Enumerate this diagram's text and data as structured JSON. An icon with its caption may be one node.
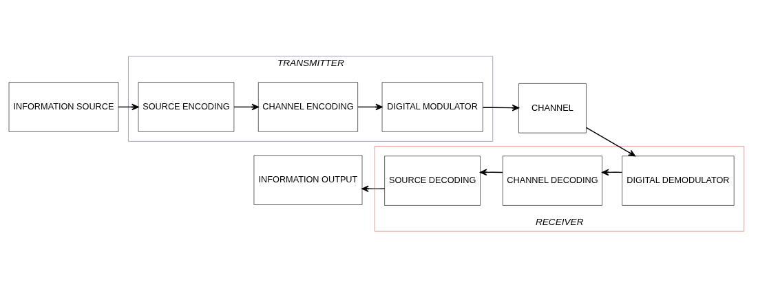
{
  "diagram": {
    "nodes": [
      {
        "text": [
          "INFORMATION SOURCE"
        ]
      },
      {
        "text": [
          "TRANSMITTER"
        ]
      },
      {
        "text": [
          "SOURCE ENCODING"
        ],
        "in": 1
      },
      {
        "text": [
          "CHANNEL ENCODING"
        ],
        "in": 1
      },
      {
        "text": [
          "DIGITAL MODULATOR"
        ],
        "in": 1
      },
      {
        "text": [
          "CHANNEL"
        ]
      },
      {
        "text": [
          "INFORMATION OUTPUT"
        ]
      },
      {
        "text": [
          "RECEIVER"
        ]
      },
      {
        "text": [
          "SOURCE DECODING"
        ],
        "in": 7
      },
      {
        "text": [
          "CHANNEL DECODING"
        ],
        "in": 7
      },
      {
        "text": [
          "DIGITAL DEMODULATOR"
        ],
        "in": 7
      }
    ],
    "edges": [
      {
        "from": 0,
        "to": 2,
        "arrow": "to"
      },
      {
        "from": 2,
        "to": 3,
        "arrow": "to"
      },
      {
        "from": 3,
        "to": 4,
        "arrow": "to"
      },
      {
        "from": 4,
        "to": 5,
        "arrow": "to"
      },
      {
        "from": 5,
        "to": 10,
        "arrow": "to"
      },
      {
        "from": 10,
        "to": 9,
        "arrow": "to"
      },
      {
        "from": 9,
        "to": 8,
        "arrow": "to"
      },
      {
        "from": 8,
        "to": 6,
        "arrow": "to"
      }
    ]
  }
}
